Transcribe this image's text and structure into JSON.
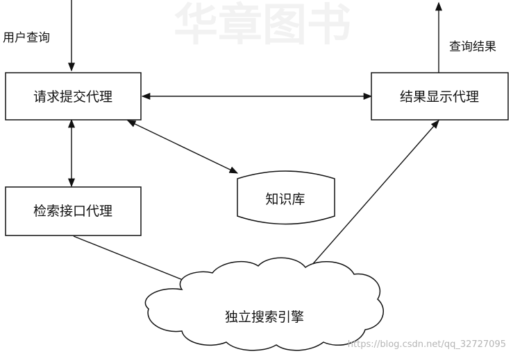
{
  "diagram": {
    "nodes": {
      "request_agent": "请求提交代理",
      "result_agent": "结果显示代理",
      "search_interface_agent": "检索接口代理",
      "knowledge_base": "知识库",
      "search_engine": "独立搜索引擎"
    },
    "edge_labels": {
      "user_query": "用户查询",
      "query_result": "查询结果"
    }
  },
  "background_watermark": "华章图书",
  "footer_watermark": "https://blog.csdn.net/qq_32727095",
  "colors": {
    "stroke": "#111111",
    "background": "#ffffff",
    "watermark": "#b5b5b5"
  }
}
